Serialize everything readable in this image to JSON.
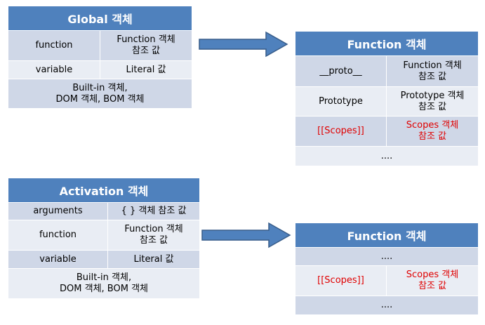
{
  "global": {
    "title": "Global 객체",
    "rows": [
      [
        "function",
        "Function 객체\n참조 값"
      ],
      [
        "variable",
        "Literal 값"
      ]
    ],
    "footer": "Built-in 객체,\nDOM 객체, BOM 객체"
  },
  "function_top": {
    "title": "Function 객체",
    "rows": [
      [
        "__proto__",
        "Function 객체\n참조 값"
      ],
      [
        "Prototype",
        "Prototype 객체\n참조 값"
      ],
      [
        "[[Scopes]]",
        "Scopes 객체\n참조 값"
      ]
    ],
    "footer": "...."
  },
  "activation": {
    "title": "Activation 객체",
    "rows": [
      [
        "arguments",
        "{ } 객체 참조 값"
      ],
      [
        "function",
        "Function 객체\n참조 값"
      ],
      [
        "variable",
        "Literal 값"
      ]
    ],
    "footer": "Built-in 객체,\nDOM 객체, BOM 객체"
  },
  "function_bottom": {
    "title": "Function 객체",
    "header_row": "....",
    "rows": [
      [
        "[[Scopes]]",
        "Scopes 객체\n참조 값"
      ]
    ],
    "footer": "...."
  },
  "colors": {
    "header_blue": "#4f81bd",
    "row_dark": "#cfd7e7",
    "row_light": "#e9edf4",
    "highlight_red": "#e00000",
    "arrow_fill": "#4f81bd",
    "arrow_stroke": "#385d8a"
  }
}
